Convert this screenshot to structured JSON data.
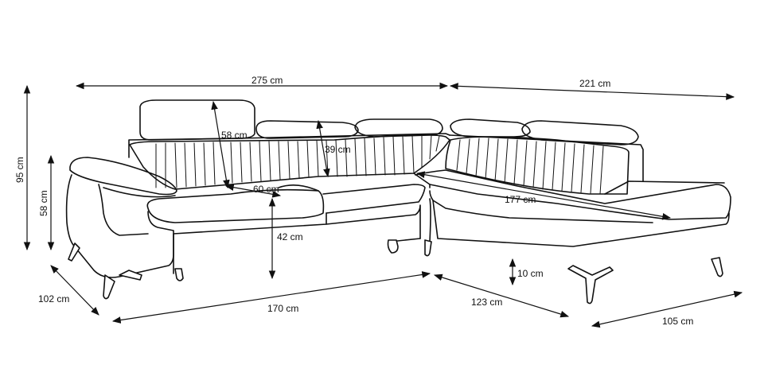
{
  "dimensions": {
    "width_left": "275 cm",
    "width_right": "221 cm",
    "height_total": "95 cm",
    "height_arm": "58 cm",
    "depth_side": "102 cm",
    "headrest_height": "58 cm",
    "headrest_small": "39 cm",
    "seat_depth": "60 cm",
    "seat_height": "42 cm",
    "chaise_length": "177 cm",
    "front_length": "170 cm",
    "chaise_front": "123 cm",
    "leg_height": "10 cm",
    "chaise_width": "105 cm"
  }
}
